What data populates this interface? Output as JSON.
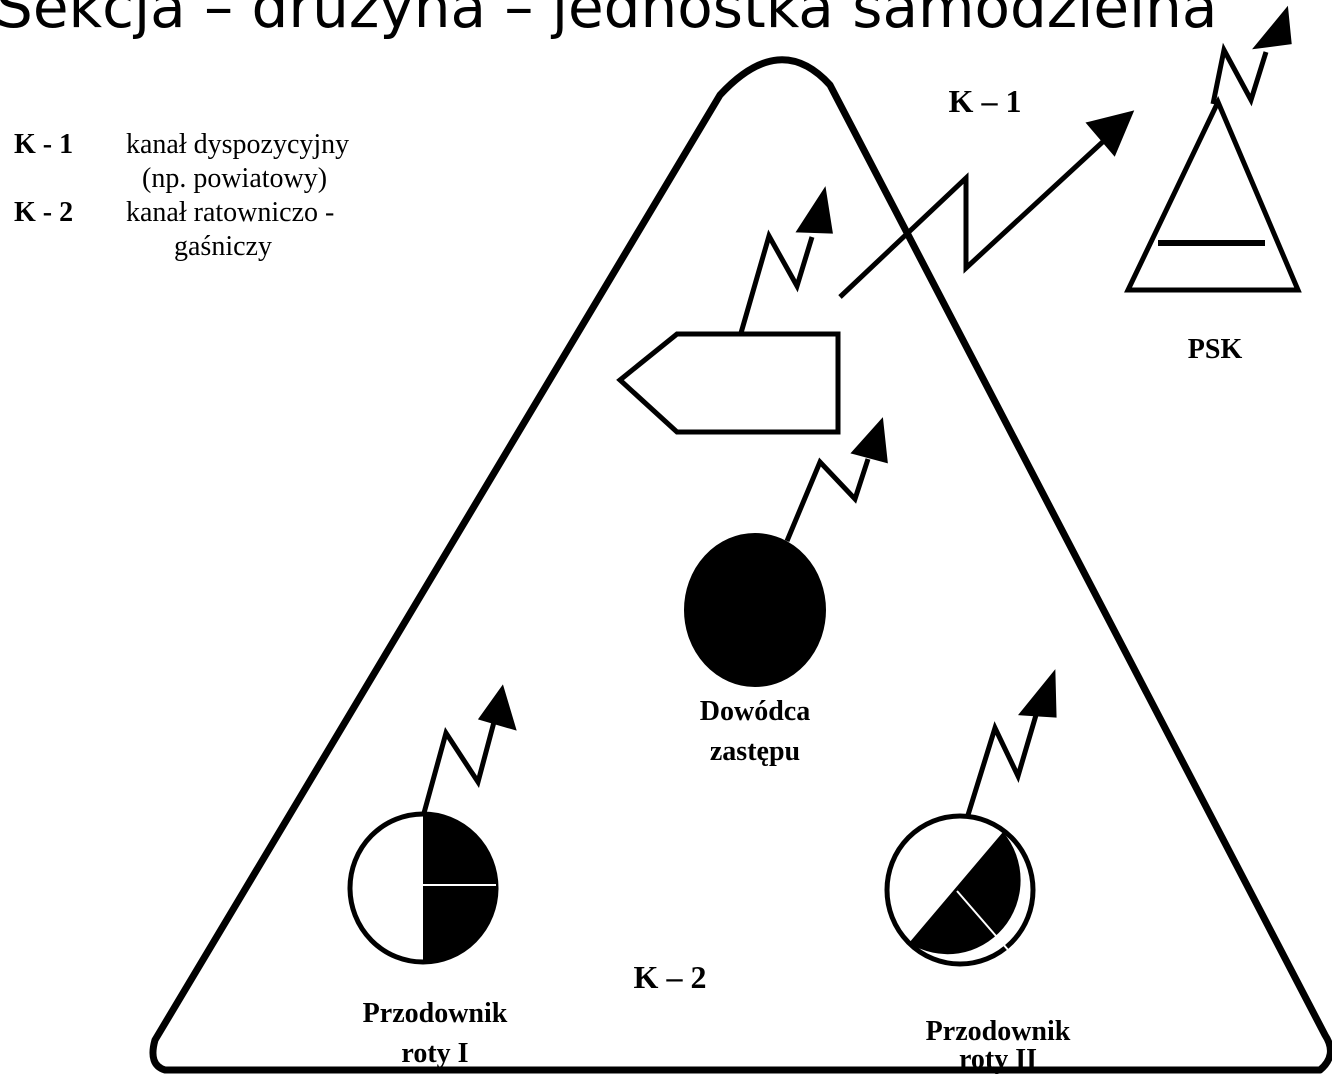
{
  "title": "Sekcja – drużyna – jednostka samodzielna",
  "legend": [
    {
      "code": "K - 1",
      "desc": "kanał dyspozycyjny",
      "desc_cont": "(np. powiatowy)"
    },
    {
      "code": "K - 2",
      "desc": "kanał ratowniczo -",
      "desc_cont": "gaśniczy"
    }
  ],
  "labels": {
    "k1": "K – 1",
    "k2": "K – 2",
    "psk": "PSK",
    "commander_line1": "Dowódca",
    "commander_line2": "zastępu",
    "leader1_line1": "Przodownik",
    "leader1_line2": "roty I",
    "leader2_line1": "Przodownik",
    "leader2_line2": "roty II"
  },
  "colors": {
    "ink": "#000000",
    "paper": "#ffffff"
  },
  "icons": [
    "radio-antenna-icon",
    "vehicle-icon",
    "command-post-icon",
    "commander-icon",
    "squad-leader-icon"
  ]
}
